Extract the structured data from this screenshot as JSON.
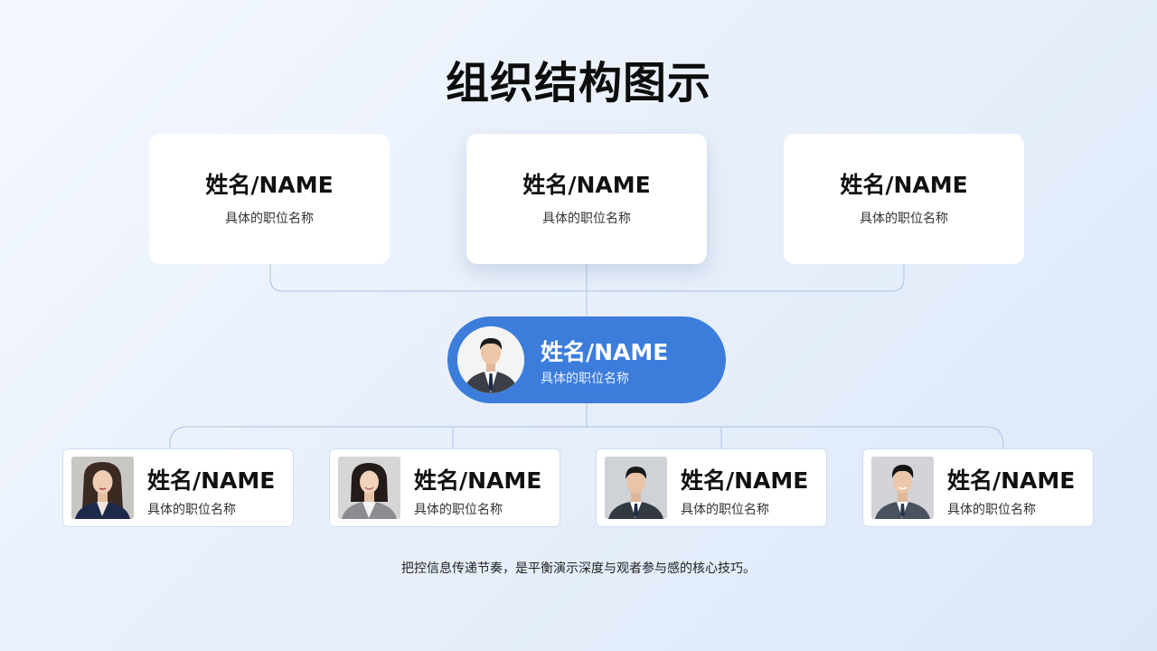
{
  "title": "组织结构图示",
  "top_row": [
    {
      "name": "姓名/NAME",
      "role": "具体的职位名称"
    },
    {
      "name": "姓名/NAME",
      "role": "具体的职位名称"
    },
    {
      "name": "姓名/NAME",
      "role": "具体的职位名称"
    }
  ],
  "center": {
    "name": "姓名/NAME",
    "role": "具体的职位名称"
  },
  "bottom_row": [
    {
      "name": "姓名/NAME",
      "role": "具体的职位名称"
    },
    {
      "name": "姓名/NAME",
      "role": "具体的职位名称"
    },
    {
      "name": "姓名/NAME",
      "role": "具体的职位名称"
    },
    {
      "name": "姓名/NAME",
      "role": "具体的职位名称"
    }
  ],
  "footer": "把控信息传递节奏，是平衡演示深度与观者参与感的核心技巧。",
  "colors": {
    "accent": "#3c7ddc",
    "connector": "#b4cbe8",
    "card": "#ffffff"
  }
}
